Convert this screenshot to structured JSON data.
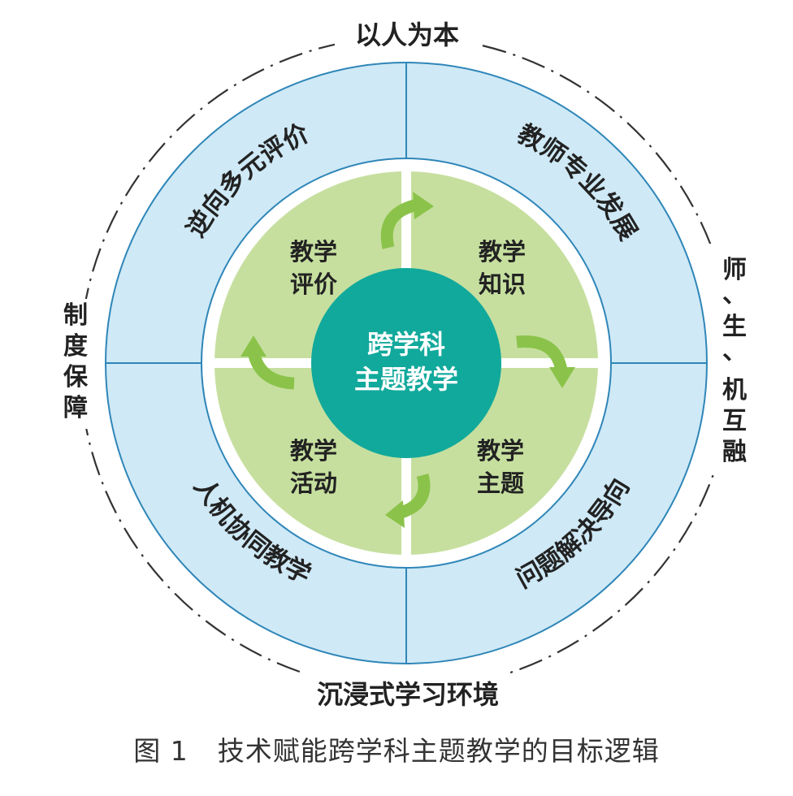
{
  "colors": {
    "outer_ring": "#cfe9f6",
    "outer_stroke": "#2f86b8",
    "inner_quadrant": "#c6df9f",
    "center_disc": "#11a99c",
    "arrow": "#8bc34a",
    "text_dark": "#222222",
    "dashed_ring": "#333333"
  },
  "center": {
    "line1": "跨学科",
    "line2": "主题教学"
  },
  "quadrants": {
    "top_left": {
      "line1": "教学",
      "line2": "评价"
    },
    "top_right": {
      "line1": "教学",
      "line2": "知识"
    },
    "bottom_left": {
      "line1": "教学",
      "line2": "活动"
    },
    "bottom_right": {
      "line1": "教学",
      "line2": "主题"
    }
  },
  "ring_labels": {
    "top_left": "逆向多元评价",
    "top_right": "教师专业发展",
    "bottom_left": "人机协同教学",
    "bottom_right": "问题解决导向"
  },
  "outer_labels": {
    "top": "以人为本",
    "bottom": "沉浸式学习环境",
    "left": [
      "制",
      "度",
      "保",
      "障"
    ],
    "right": [
      "师",
      "、",
      "生",
      "、",
      "机",
      "互",
      "融"
    ]
  },
  "cycle_arrows": [
    "arrow-top",
    "arrow-right",
    "arrow-bottom",
    "arrow-left"
  ],
  "caption": {
    "number": "图 1",
    "title": "技术赋能跨学科主题教学的目标逻辑"
  }
}
